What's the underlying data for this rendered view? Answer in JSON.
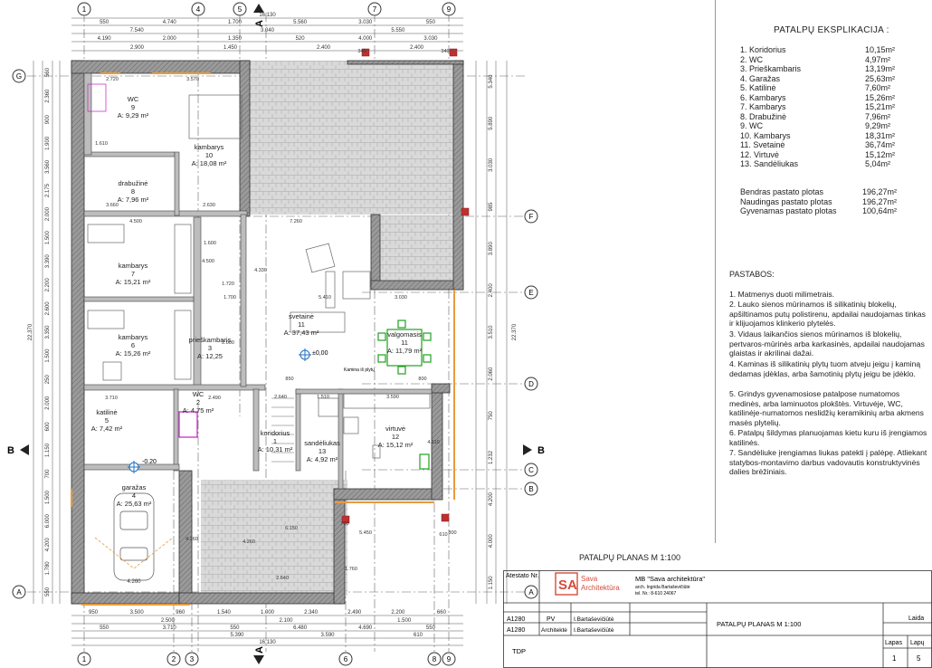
{
  "drawing": {
    "axes_top": [
      "1",
      "4",
      "5",
      "7",
      "9"
    ],
    "axes_bottom": [
      "1",
      "2",
      "3",
      "6",
      "8",
      "9"
    ],
    "axes_left": [
      "G",
      "A"
    ],
    "axes_right": [
      "F",
      "E",
      "D",
      "C",
      "B",
      "A"
    ],
    "section_label": "A",
    "section_b_label": "B",
    "dims_top_row1": [
      "16.130"
    ],
    "dims_top_row2": [
      "550",
      "4.740",
      "1.700",
      "5.560",
      "3.030",
      "550"
    ],
    "dims_top_row3": [
      "7.540",
      "3.040",
      "5.550"
    ],
    "dims_top_row4": [
      "4.190",
      "2.000",
      "1.350",
      "520",
      "4.000",
      "3.030"
    ],
    "dims_top_row5": [
      "2.900",
      "1.450",
      "2.400",
      "2.400"
    ],
    "dims_bottom_row1": [
      "950",
      "3.500",
      "960",
      "1.540",
      "1.000",
      "2.340",
      "2.490",
      "2.200",
      "660"
    ],
    "dims_bottom_row2": [
      "2.500",
      "2.100",
      "1.500"
    ],
    "dims_bottom_row3": [
      "550",
      "3.710",
      "550",
      "6.480",
      "4.690",
      "550"
    ],
    "dims_bottom_row4": [
      "5.390",
      "3.590",
      "610"
    ],
    "dims_bottom_total": [
      "16.130"
    ],
    "dims_left": [
      "560",
      "2.360",
      "900",
      "1.900",
      "3.560",
      "2.175",
      "2.000",
      "1.500",
      "3.390",
      "2.200",
      "2.600",
      "3.350",
      "1.500",
      "250",
      "2.000",
      "600",
      "1.150",
      "700",
      "1.500",
      "6.000",
      "4.200",
      "1.780",
      "550"
    ],
    "dims_left_total": "22.370",
    "dims_right_total": "22.370",
    "dims_right": [
      "5.340",
      "5.890",
      "3.030",
      "985",
      "3.890",
      "2.400",
      "3.510",
      "2.060",
      "750",
      "1.232",
      "4.200",
      "4.000",
      "1.150"
    ],
    "dims_inner": [
      "2.720",
      "3.570",
      "1.610",
      "3.660",
      "4.500",
      "2.630",
      "7.260",
      "5.410",
      "3.030",
      "1.700",
      "3.710",
      "2.490",
      "2.640",
      "1.510",
      "3.590",
      "850",
      "800",
      "1.720",
      "4.330",
      "4.500",
      "1.600",
      "2.000",
      "4.110",
      "6.150",
      "4.260",
      "5.450",
      "340",
      "340",
      "610",
      "700",
      "2.640",
      "4.260",
      "1.760",
      "800"
    ],
    "level_marks": [
      "±0,00",
      "-0.20"
    ],
    "chimney_label": "Kamina iš plytų",
    "rooms": [
      {
        "name": "WC",
        "num": "9",
        "area": "A: 9,29 m²"
      },
      {
        "name": "kambarys",
        "num": "10",
        "area": "A: 18,08 m²"
      },
      {
        "name": "drabužinė",
        "num": "8",
        "area": "A: 7,96 m²"
      },
      {
        "name": "kambarys",
        "num": "7",
        "area": "A: 15,21 m²"
      },
      {
        "name": "kambarys",
        "num": "6",
        "area": "A: 15,26 m²"
      },
      {
        "name": "prieškambaris",
        "num": "3",
        "area": "A: 12,25"
      },
      {
        "name": "svetainė",
        "num": "11",
        "area": "A: 37,43 m²"
      },
      {
        "name": "valgomasis",
        "num": "11",
        "area": "A: 11,79 m²"
      },
      {
        "name": "katilinė",
        "num": "5",
        "area": "A: 7,42 m²"
      },
      {
        "name": "WC",
        "num": "2",
        "area": "A: 4,75 m²"
      },
      {
        "name": "koridorius",
        "num": "1",
        "area": "A: 10,31 m²"
      },
      {
        "name": "sandėliukas",
        "num": "13",
        "area": "A: 4,92 m²"
      },
      {
        "name": "virtuvė",
        "num": "12",
        "area": "A: 15,12 m²"
      },
      {
        "name": "garažas",
        "num": "4",
        "area": "A: 25,63 m²"
      }
    ],
    "garage_dim": "4.260"
  },
  "legend": {
    "title": "PATALPŲ EKSPLIKACIJA :",
    "items": [
      {
        "name": "1. Koridorius",
        "area": "10,15m²"
      },
      {
        "name": "2. WC",
        "area": "4,97m²"
      },
      {
        "name": "3. Prieškambaris",
        "area": "13,19m²"
      },
      {
        "name": "4. Garažas",
        "area": "25,63m²"
      },
      {
        "name": "5. Katilinė",
        "area": "7,60m²"
      },
      {
        "name": "6. Kambarys",
        "area": "15,26m²"
      },
      {
        "name": "7. Kambarys",
        "area": "15,21m²"
      },
      {
        "name": "8. Drabužinė",
        "area": "7,96m²"
      },
      {
        "name": "9. WC",
        "area": "9,29m²"
      },
      {
        "name": "10. Kambarys",
        "area": "18,31m²"
      },
      {
        "name": "11. Svetainė",
        "area": "36,74m²"
      },
      {
        "name": "12. Virtuvė",
        "area": "15,12m²"
      },
      {
        "name": "13. Sandėliukas",
        "area": "5,04m²"
      }
    ],
    "totals": [
      {
        "name": "Bendras pastato plotas",
        "area": "196,27m²"
      },
      {
        "name": "Naudingas pastato plotas",
        "area": "196,27m²"
      },
      {
        "name": "Gyvenamas pastato plotas",
        "area": "100,64m²"
      }
    ],
    "notes_title": "PASTABOS:",
    "notes": [
      "1. Matmenys duoti milimetrais.",
      "2. Lauko sienos mūrinamos iš silikatinių blokelių, apšiltinamos putų polistirenu, apdailai naudojamas tinkas ir klijuojamos klinkerio plytelės.",
      "3. Vidaus laikančios sienos mūrinamos iš blokelių, pertvaros-mūrinės arba karkasinės, apdailai naudojamas glaistas ir akrilinai dažai.",
      "4. Kaminas iš silikatinių plytų tuom atveju jeigu į kaminą dedamas įdėklas, arba šamotinių plytų jeigu be įdėklo.",
      "5. Grindys gyvenamosiose patalpose numatomos medinės, arba laminuotos plokštės. Virtuvėje, WC, katilinėje-numatomos neslidžių keramikinių arba akmens masės plytelių.",
      "6. Patalpų šildymas planuojamas kietu kuru iš įrengiamos katilinės.",
      "7. Sandėliuke įrengiamas liukas patekti į palėpę. Atliekant statybos-montavimo darbus vadovautis konstruktyvinės dalies brėžiniais."
    ]
  },
  "title": {
    "plan_title": "PATALPŲ PLANAS    M 1:100"
  },
  "stamp": {
    "atestato_nr": "Atestato Nr.",
    "logo_letters": "SA",
    "logo_text1": "Sava",
    "logo_text2": "Architektūra",
    "firm": "MB \"Sava architektūra\"",
    "firm_arch": "arch. Ingrida Bartaševičiūtė",
    "firm_tel": "tel. Nr.: 8-610 24067",
    "row1": {
      "cert": "A1280",
      "role": "PV",
      "person": "I.Bartaševičiūtė"
    },
    "row2": {
      "cert": "A1280",
      "role": "Architektė",
      "person": "I.Bartaševičiūtė"
    },
    "sheet_title": "PATALPŲ PLANAS      M 1:100",
    "laida": "Laida",
    "lapas": "Lapas",
    "lapu": "Lapų",
    "lapas_val": "1",
    "lapu_val": "5",
    "stage": "TDP"
  },
  "colors": {
    "wall": "#9a9a9a",
    "wall_edge": "#333333",
    "insulation": "#e89a3c",
    "stone": "#d8d8d8",
    "dim": "#555555",
    "hatch_red": "#c03030",
    "wc_magenta": "#c020c0",
    "green": "#20a020",
    "blue": "#2070c0",
    "logo": "#d44c3a"
  }
}
